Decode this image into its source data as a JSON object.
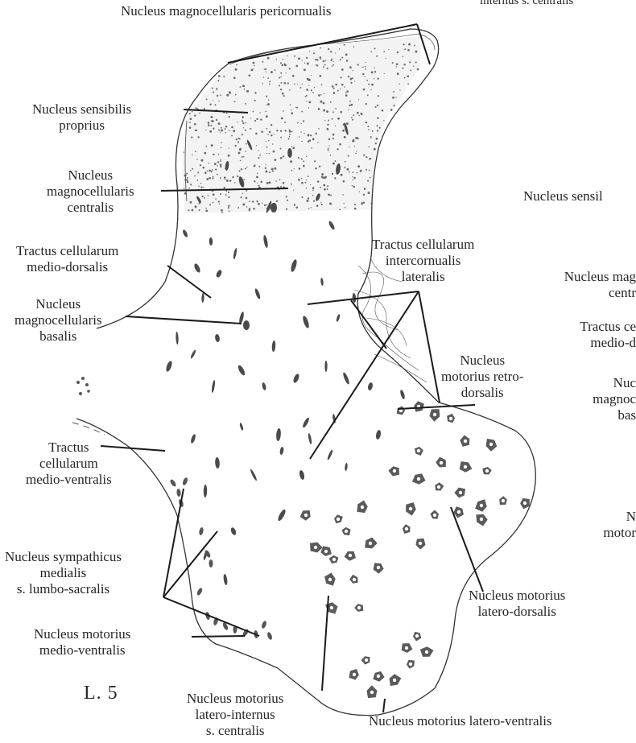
{
  "plate": "L. 5",
  "labels": {
    "pericornualis": [
      "Nucleus magnocellularis pericornualis"
    ],
    "top_right_cut": [
      "internus s. centralis"
    ],
    "sensibilis": [
      "Nucleus sensibilis",
      "proprius"
    ],
    "magno_centralis": [
      "Nucleus",
      "magnocellularis",
      "centralis"
    ],
    "tractus_md": [
      "Tractus cellularum",
      "medio-dorsalis"
    ],
    "magno_basalis": [
      "Nucleus",
      "magnocellularis",
      "basalis"
    ],
    "tractus_ic": [
      "Tractus cellularum",
      "intercornualis",
      "lateralis"
    ],
    "retrodorsalis": [
      "Nucleus",
      "motorius retro-",
      "dorsalis"
    ],
    "tractus_mv": [
      "Tractus",
      "cellularum",
      "medio-ventralis"
    ],
    "sympathicus": [
      "Nucleus sympathicus",
      "medialis",
      "s. lumbo-sacralis"
    ],
    "motorius_mv": [
      "Nucleus motorius",
      "medio-ventralis"
    ],
    "motorius_ld": [
      "Nucleus motorius",
      "latero-dorsalis"
    ],
    "motorius_li": [
      "Nucleus motorius",
      "latero-internus",
      "s. centralis"
    ],
    "motorius_lv": [
      "Nucleus motorius latero-ventralis"
    ],
    "right_sensil": [
      "Nucleus sensil"
    ],
    "right_nucleus_mag": [
      "Nucleus mag",
      "centr"
    ],
    "right_tractus": [
      "Tractus ce",
      "medio-d"
    ],
    "right_nuc": [
      "Nuc",
      "magnoc",
      "bas"
    ],
    "right_motor": [
      "N",
      "motor"
    ]
  },
  "colors": {
    "ink": "#2a2a2a",
    "stipple": "#555555",
    "paper": "#ffffff"
  }
}
